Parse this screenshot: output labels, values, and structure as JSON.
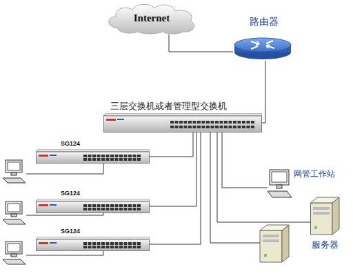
{
  "diagram": {
    "nodes": [
      {
        "text": [
          "Internet"
        ]
      },
      {
        "text": [
          "路由器"
        ]
      },
      {
        "text": [
          "三层交换机或者管理型交换机"
        ]
      },
      {
        "text": [
          "SG124"
        ]
      },
      {
        "text": [
          "SG124"
        ]
      },
      {
        "text": [
          "SG124"
        ]
      },
      {
        "text": [
          "网管工作站"
        ]
      },
      {
        "text": [
          "服务器"
        ]
      }
    ],
    "edges": [
      {
        "from": 0,
        "to": 1,
        "arrow": "none"
      },
      {
        "from": 1,
        "to": 2,
        "arrow": "none"
      },
      {
        "from": 2,
        "to": 3,
        "arrow": "none"
      },
      {
        "from": 2,
        "to": 4,
        "arrow": "none"
      },
      {
        "from": 2,
        "to": 5,
        "arrow": "none"
      },
      {
        "from": 2,
        "to": 6,
        "arrow": "none"
      },
      {
        "from": 2,
        "to": 7,
        "arrow": "none"
      }
    ]
  }
}
